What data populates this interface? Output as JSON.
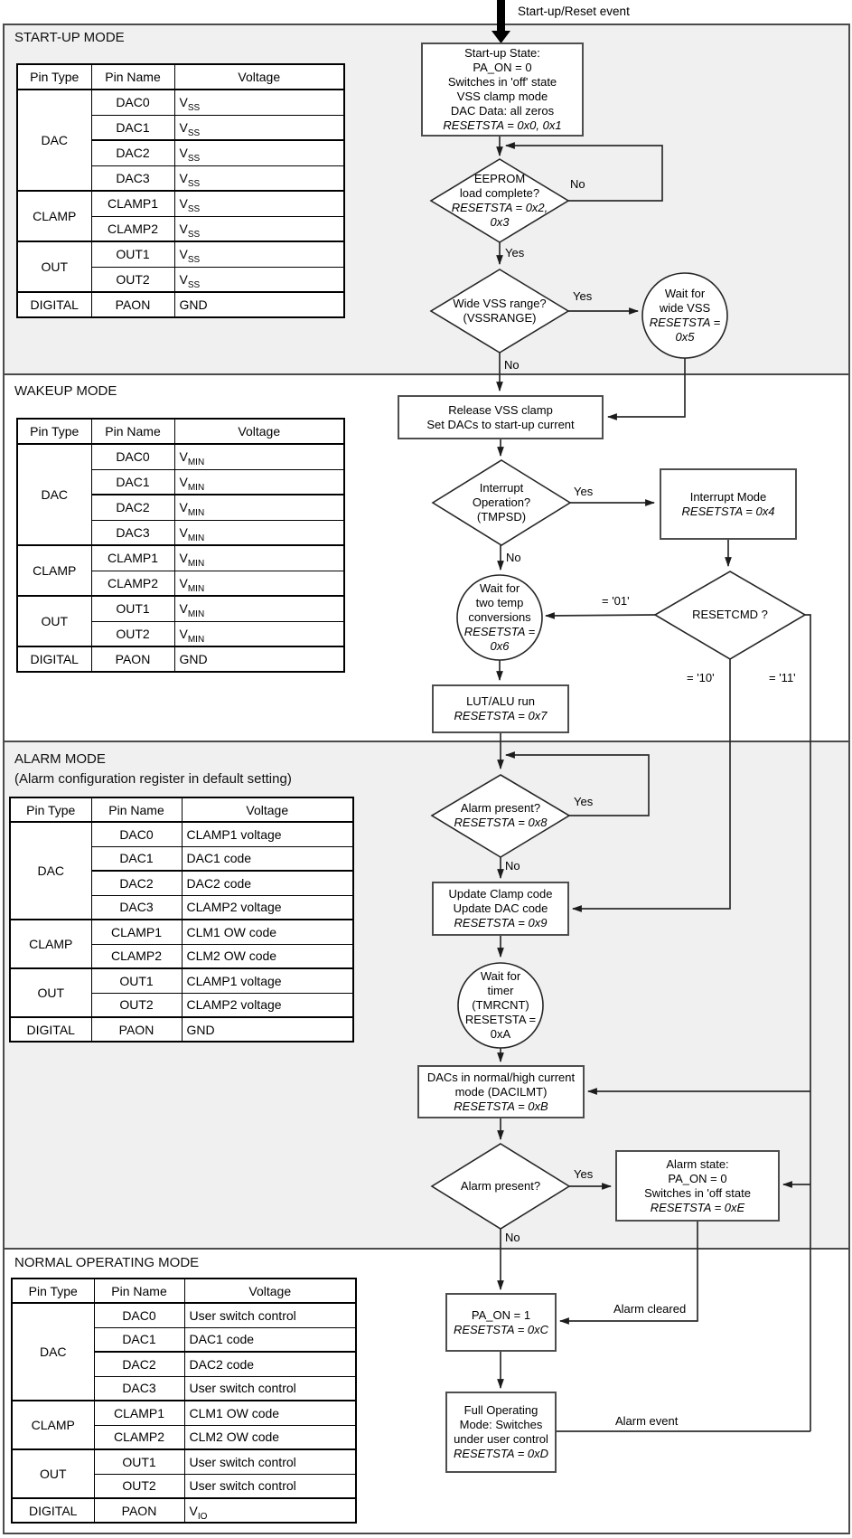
{
  "top_label": "Start-up/Reset event",
  "colors": {
    "section_bg": "#f0f0f0",
    "line": "#2d2d2d",
    "text": "#000000"
  },
  "sections": [
    {
      "title": "START-UP MODE",
      "subtitle": ""
    },
    {
      "title": "WAKEUP MODE",
      "subtitle": ""
    },
    {
      "title": "ALARM MODE",
      "subtitle": "(Alarm configuration register in default setting)"
    },
    {
      "title": "NORMAL OPERATING MODE",
      "subtitle": ""
    }
  ],
  "table_headers": {
    "pin_type": "Pin Type",
    "pin_name": "Pin Name",
    "voltage": "Voltage"
  },
  "tables": [
    {
      "groups": [
        "DAC",
        "CLAMP",
        "OUT",
        "DIGITAL"
      ],
      "rows": [
        {
          "pin": "DAC0",
          "v": "V",
          "sub": "SS"
        },
        {
          "pin": "DAC1",
          "v": "V",
          "sub": "SS"
        },
        {
          "pin": "DAC2",
          "v": "V",
          "sub": "SS"
        },
        {
          "pin": "DAC3",
          "v": "V",
          "sub": "SS"
        },
        {
          "pin": "CLAMP1",
          "v": "V",
          "sub": "SS"
        },
        {
          "pin": "CLAMP2",
          "v": "V",
          "sub": "SS"
        },
        {
          "pin": "OUT1",
          "v": "V",
          "sub": "SS"
        },
        {
          "pin": "OUT2",
          "v": "V",
          "sub": "SS"
        },
        {
          "pin": "PAON",
          "v": "GND",
          "sub": ""
        }
      ]
    },
    {
      "groups": [
        "DAC",
        "CLAMP",
        "OUT",
        "DIGITAL"
      ],
      "rows": [
        {
          "pin": "DAC0",
          "v": "V",
          "sub": "MIN"
        },
        {
          "pin": "DAC1",
          "v": "V",
          "sub": "MIN"
        },
        {
          "pin": "DAC2",
          "v": "V",
          "sub": "MIN"
        },
        {
          "pin": "DAC3",
          "v": "V",
          "sub": "MIN"
        },
        {
          "pin": "CLAMP1",
          "v": "V",
          "sub": "MIN"
        },
        {
          "pin": "CLAMP2",
          "v": "V",
          "sub": "MIN"
        },
        {
          "pin": "OUT1",
          "v": "V",
          "sub": "MIN"
        },
        {
          "pin": "OUT2",
          "v": "V",
          "sub": "MIN"
        },
        {
          "pin": "PAON",
          "v": "GND",
          "sub": ""
        }
      ]
    },
    {
      "groups": [
        "DAC",
        "CLAMP",
        "OUT",
        "DIGITAL"
      ],
      "rows": [
        {
          "pin": "DAC0",
          "v": "CLAMP1 voltage",
          "sub": ""
        },
        {
          "pin": "DAC1",
          "v": "DAC1 code",
          "sub": ""
        },
        {
          "pin": "DAC2",
          "v": "DAC2 code",
          "sub": ""
        },
        {
          "pin": "DAC3",
          "v": "CLAMP2 voltage",
          "sub": ""
        },
        {
          "pin": "CLAMP1",
          "v": "CLM1 OW code",
          "sub": ""
        },
        {
          "pin": "CLAMP2",
          "v": "CLM2 OW code",
          "sub": ""
        },
        {
          "pin": "OUT1",
          "v": "CLAMP1 voltage",
          "sub": ""
        },
        {
          "pin": "OUT2",
          "v": "CLAMP2 voltage",
          "sub": ""
        },
        {
          "pin": "PAON",
          "v": "GND",
          "sub": ""
        }
      ]
    },
    {
      "groups": [
        "DAC",
        "CLAMP",
        "OUT",
        "DIGITAL"
      ],
      "rows": [
        {
          "pin": "DAC0",
          "v": "User switch control",
          "sub": ""
        },
        {
          "pin": "DAC1",
          "v": "DAC1 code",
          "sub": ""
        },
        {
          "pin": "DAC2",
          "v": "DAC2 code",
          "sub": ""
        },
        {
          "pin": "DAC3",
          "v": "User switch control",
          "sub": ""
        },
        {
          "pin": "CLAMP1",
          "v": "CLM1 OW code",
          "sub": ""
        },
        {
          "pin": "CLAMP2",
          "v": "CLM2 OW code",
          "sub": ""
        },
        {
          "pin": "OUT1",
          "v": "User switch control",
          "sub": ""
        },
        {
          "pin": "OUT2",
          "v": "User switch control",
          "sub": ""
        },
        {
          "pin": "PAON",
          "v": "V",
          "sub": "IO"
        }
      ]
    }
  ],
  "nodes": {
    "startup": {
      "text": "Start-up State:\nPA_ON = 0\nSwitches in 'off' state\nVSS clamp mode\nDAC Data: all zeros",
      "reset": "RESETSTA = 0x0, 0x1"
    },
    "eeprom": {
      "text": "EEPROM\nload complete?",
      "reset": "RESETSTA = 0x2,\n0x3"
    },
    "vss_range": {
      "text": "Wide VSS range?\n(VSSRANGE)",
      "reset": ""
    },
    "wide_vss": {
      "text": "Wait for\nwide VSS",
      "reset": "RESETSTA =\n0x5"
    },
    "release": {
      "text": "Release VSS clamp\nSet DACs to start-up current",
      "reset": ""
    },
    "interrupt_op": {
      "text": "Interrupt\nOperation?\n(TMPSD)",
      "reset": ""
    },
    "interrupt_mode": {
      "text": "Interrupt Mode",
      "reset": "RESETSTA = 0x4"
    },
    "two_temp": {
      "text": "Wait for\ntwo temp\nconversions",
      "reset": "RESETSTA =\n0x6"
    },
    "resetcmd": {
      "text": "RESETCMD ?",
      "reset": ""
    },
    "lut": {
      "text": "LUT/ALU run",
      "reset": "RESETSTA = 0x7"
    },
    "alarm1": {
      "text": "Alarm present?",
      "reset": "RESETSTA = 0x8"
    },
    "update": {
      "text": "Update Clamp code\nUpdate DAC code",
      "reset": "RESETSTA = 0x9"
    },
    "timer": {
      "text": "Wait for\ntimer\n(TMRCNT)\nRESETSTA =\n0xA",
      "reset": ""
    },
    "dacs": {
      "text": "DACs in normal/high current\nmode (DACILMT)",
      "reset": "RESETSTA = 0xB"
    },
    "alarm2": {
      "text": "Alarm present?",
      "reset": ""
    },
    "alarm_state": {
      "text": "Alarm state:\nPA_ON = 0\nSwitches in 'off state",
      "reset": "RESETSTA = 0xE"
    },
    "paon": {
      "text": "PA_ON = 1",
      "reset": "RESETSTA = 0xC"
    },
    "full": {
      "text": "Full Operating\nMode: Switches\nunder user control",
      "reset": "RESETSTA = 0xD"
    }
  },
  "edge_labels": {
    "eeprom_no": "No",
    "eeprom_yes": "Yes",
    "vss_yes": "Yes",
    "vss_no": "No",
    "int_yes": "Yes",
    "int_no": "No",
    "cmd01": "= '01'",
    "cmd10": "= '10'",
    "cmd11": "= '11'",
    "alarm1_yes": "Yes",
    "alarm1_no": "No",
    "alarm2_yes": "Yes",
    "alarm2_no": "No",
    "alarm_cleared": "Alarm cleared",
    "alarm_event": "Alarm event"
  }
}
